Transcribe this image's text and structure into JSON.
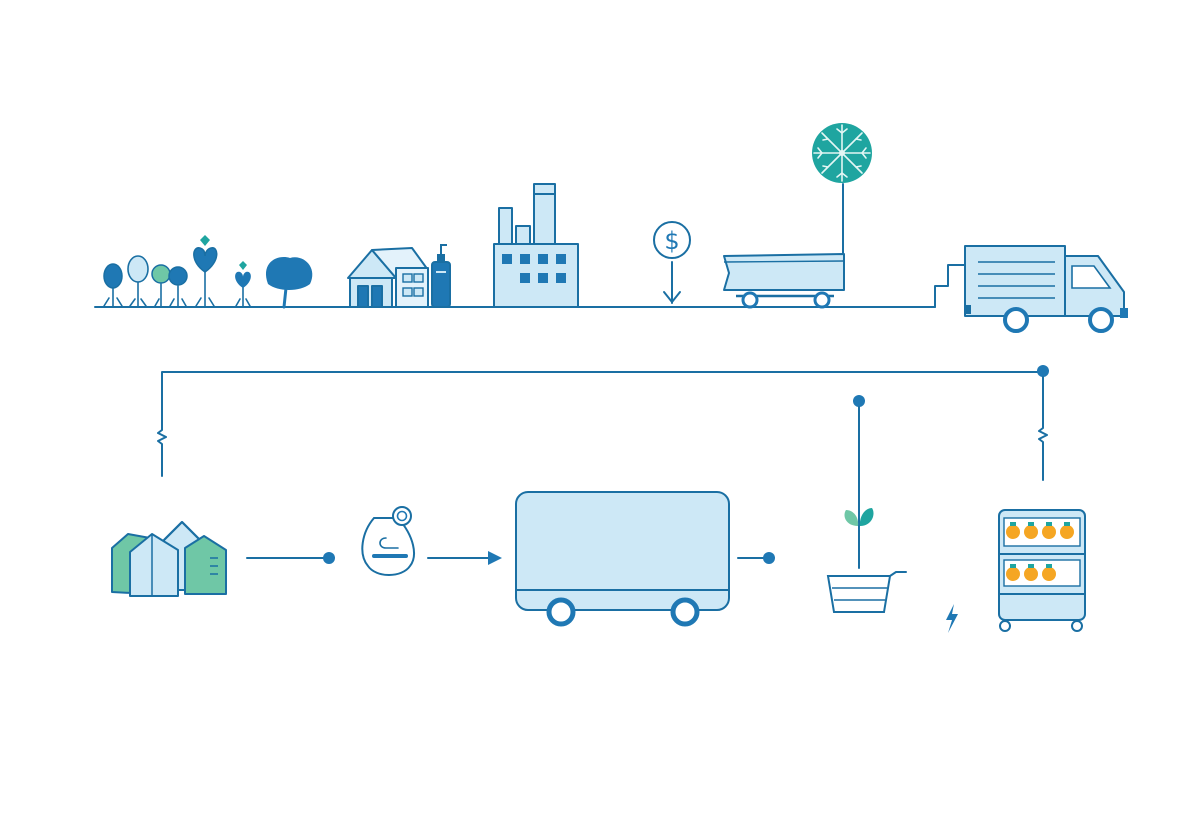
{
  "diagram": {
    "nodes": [
      {
        "id": "crops",
        "icon": "crop-plants-icon"
      },
      {
        "id": "farmhouse",
        "icon": "farmhouse-icon"
      },
      {
        "id": "factory",
        "icon": "factory-icon"
      },
      {
        "id": "payment",
        "icon": "dollar-coin-icon",
        "symbol": "$"
      },
      {
        "id": "trailer",
        "icon": "trailer-icon"
      },
      {
        "id": "network",
        "icon": "network-globe-icon"
      },
      {
        "id": "delivery-truck",
        "icon": "delivery-truck-icon"
      },
      {
        "id": "warehouses",
        "icon": "warehouses-icon"
      },
      {
        "id": "tag",
        "icon": "tag-icon"
      },
      {
        "id": "transport",
        "icon": "transport-container-icon"
      },
      {
        "id": "sprout-basket",
        "icon": "sprout-basket-icon"
      },
      {
        "id": "produce-rack",
        "icon": "produce-rack-icon"
      },
      {
        "id": "power",
        "icon": "lightning-icon"
      }
    ],
    "colors": {
      "line": "#1a6fa3",
      "dark_blue": "#1f78b4",
      "light_blue": "#cde8f6",
      "pale_blue": "#e3f2fb",
      "teal": "#1fa5a0",
      "green": "#6fc7a6",
      "orange": "#f5a623"
    }
  }
}
